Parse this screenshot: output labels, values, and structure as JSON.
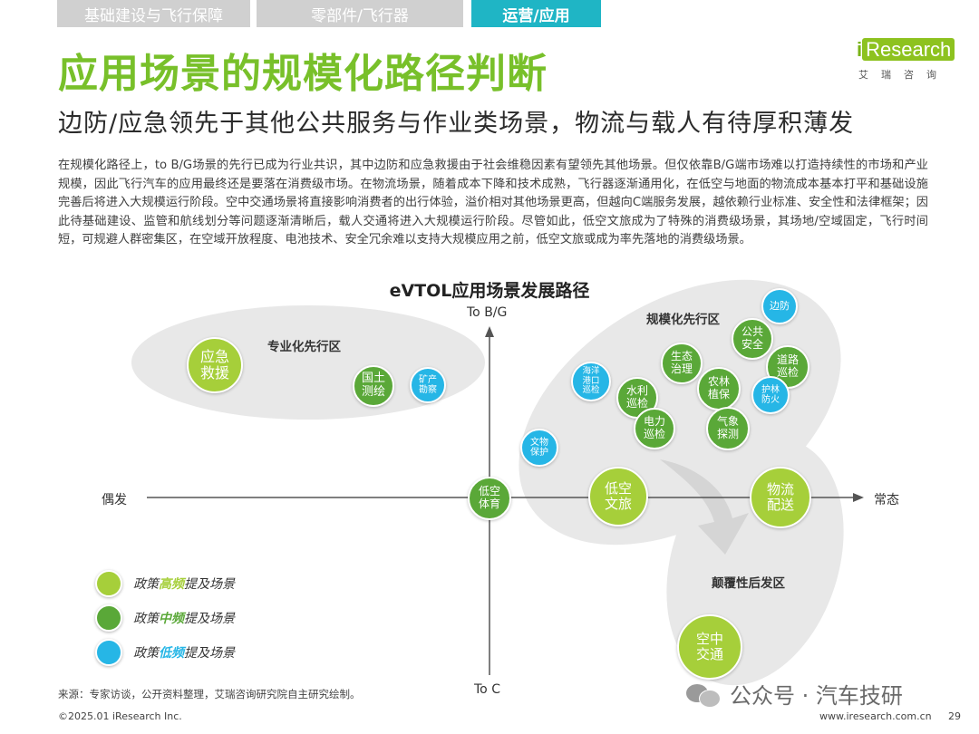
{
  "tabs": [
    {
      "label": "基础建设与飞行保障",
      "active": false
    },
    {
      "label": "零部件/飞行器",
      "active": false
    },
    {
      "label": "运营/应用",
      "active": true
    }
  ],
  "logo": {
    "brand_i": "i",
    "brand_rest": "Research",
    "sub": "艾瑞咨询"
  },
  "title": "应用场景的规模化路径判断",
  "subtitle": "边防/应急领先于其他公共服务与作业类场景，物流与载人有待厚积薄发",
  "body": "在规模化路径上，to B/G场景的先行已成为行业共识，其中边防和应急救援由于社会维稳因素有望领先其他场景。但仅依靠B/G端市场难以打造持续性的市场和产业规模，因此飞行汽车的应用最终还是要落在消费级市场。在物流场景，随着成本下降和技术成熟，飞行器逐渐通用化，在低空与地面的物流成本基本打平和基础设施完善后将进入大规模运行阶段。空中交通场景将直接影响消费者的出行体验，溢价相对其他场景更高，但越向C端服务发展，越依赖行业标准、安全性和法律框架；因此待基础建设、监管和航线划分等问题逐渐清晰后，载人交通将进入大规模运行阶段。尽管如此，低空文旅成为了特殊的消费级场景，其场地/空域固定，飞行时间短，可规避人群密集区，在空域开放程度、电池技术、安全冗余难以支持大规模应用之前，低空文旅或成为率先落地的消费级场景。",
  "diagram": {
    "title": "eVTOL应用场景发展路径",
    "axes": {
      "top": "To B/G",
      "bottom": "To C",
      "left": "偶发",
      "right": "常态"
    },
    "zones": {
      "specialized": "专业化先行区",
      "scale": "规模化先行区",
      "disruptive": "颠覆性后发区"
    },
    "nodes": [
      {
        "label": "应急\n救援",
        "level": "high"
      },
      {
        "label": "国土\n测绘",
        "level": "mid"
      },
      {
        "label": "矿产\n勘察",
        "level": "low"
      },
      {
        "label": "边防",
        "level": "low"
      },
      {
        "label": "公共\n安全",
        "level": "mid"
      },
      {
        "label": "道路\n巡检",
        "level": "mid"
      },
      {
        "label": "生态\n治理",
        "level": "mid"
      },
      {
        "label": "海洋\n港口\n巡检",
        "level": "low"
      },
      {
        "label": "农林\n植保",
        "level": "mid"
      },
      {
        "label": "护林\n防火",
        "level": "low"
      },
      {
        "label": "水利\n巡检",
        "level": "mid"
      },
      {
        "label": "电力\n巡检",
        "level": "mid"
      },
      {
        "label": "气象\n探测",
        "level": "mid"
      },
      {
        "label": "文物\n保护",
        "level": "low"
      },
      {
        "label": "低空\n体育",
        "level": "mid"
      },
      {
        "label": "低空\n文旅",
        "level": "high"
      },
      {
        "label": "物流\n配送",
        "level": "high"
      },
      {
        "label": "空中\n交通",
        "level": "high"
      }
    ],
    "legend": [
      {
        "pre": "政策",
        "hl": "高频",
        "post": "提及场景",
        "color": "#a6cf3a",
        "hl_color": "#a6cf3a"
      },
      {
        "pre": "政策",
        "hl": "中频",
        "post": "提及场景",
        "color": "#5aa838",
        "hl_color": "#5aa838"
      },
      {
        "pre": "政策",
        "hl": "低频",
        "post": "提及场景",
        "color": "#26b6e6",
        "hl_color": "#26b6e6"
      }
    ],
    "colors": {
      "high": "#a6cf3a",
      "mid": "#5aa838",
      "low": "#26b6e6",
      "zone": "#e8e8e8",
      "arrow": "#d9d9d9"
    }
  },
  "source": "来源：专家访谈，公开资料整理，艾瑞咨询研究院自主研究绘制。",
  "footer": {
    "copyright": "©2025.01 iResearch Inc.",
    "site": "www.iresearch.com.cn",
    "page": "29"
  },
  "watermark": "公众号 · 汽车技研"
}
